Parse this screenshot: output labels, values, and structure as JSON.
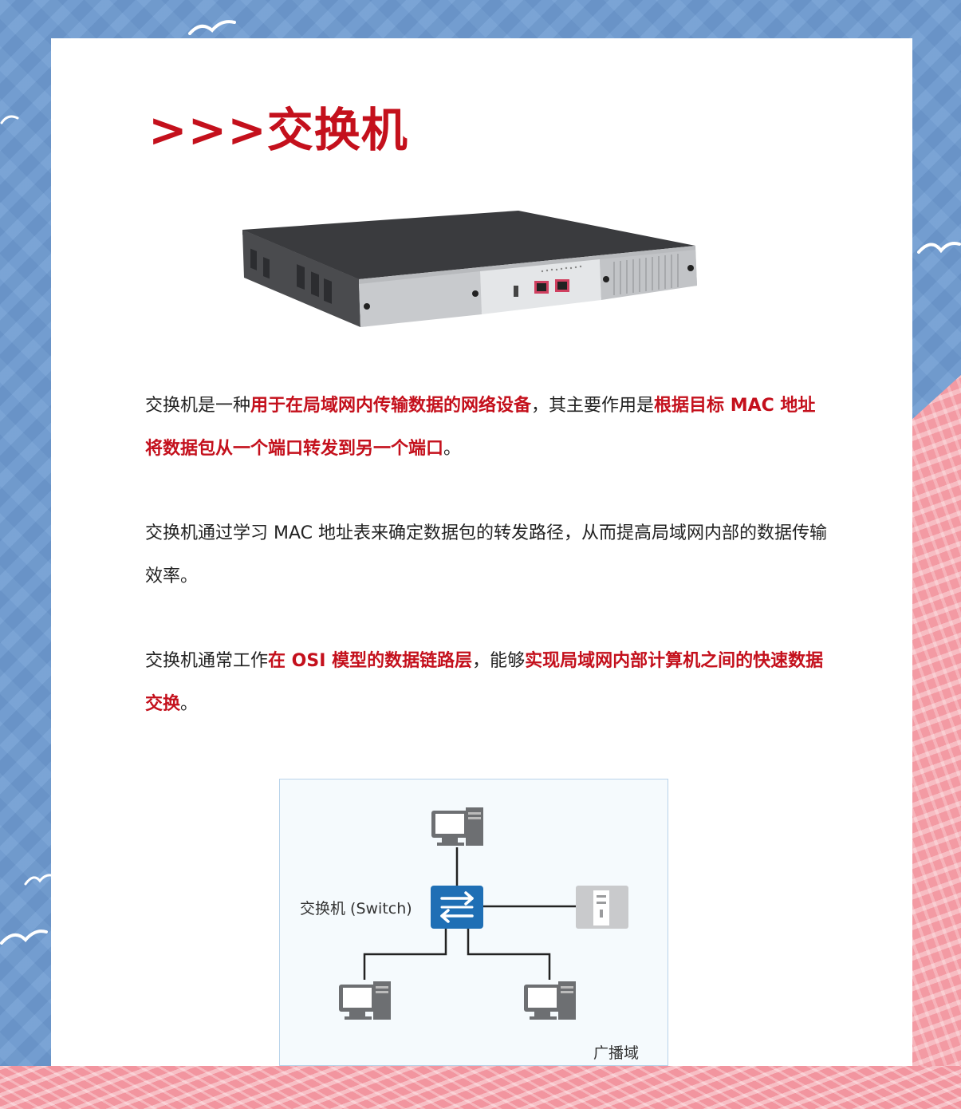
{
  "page": {
    "title": ">>>交换机"
  },
  "paragraphs": [
    [
      {
        "text": "交换机是一种",
        "hl": false
      },
      {
        "text": "用于在局域网内传输数据的网络设备",
        "hl": true
      },
      {
        "text": "，其主要作用是",
        "hl": false
      },
      {
        "text": "根据目标 MAC 地址将数据包从一个端口转发到另一个端口",
        "hl": true
      },
      {
        "text": "。",
        "hl": false
      }
    ],
    [
      {
        "text": "交换机通过学习 MAC 地址表来确定数据包的转发路径，从而提高局域网内部的数据传输效率。",
        "hl": false
      }
    ],
    [
      {
        "text": "交换机通常工作",
        "hl": false
      },
      {
        "text": "在 OSI 模型的数据链路层",
        "hl": true
      },
      {
        "text": "，能够",
        "hl": false
      },
      {
        "text": "实现局域网内部计算机之间的快速数据交换",
        "hl": true
      },
      {
        "text": "。",
        "hl": false
      }
    ]
  ],
  "diagram": {
    "switch_label": "交换机 (Switch)",
    "domain_label": "广播域"
  },
  "colors": {
    "accent": "#c4101c",
    "switch_blue": "#1f6fb5"
  }
}
